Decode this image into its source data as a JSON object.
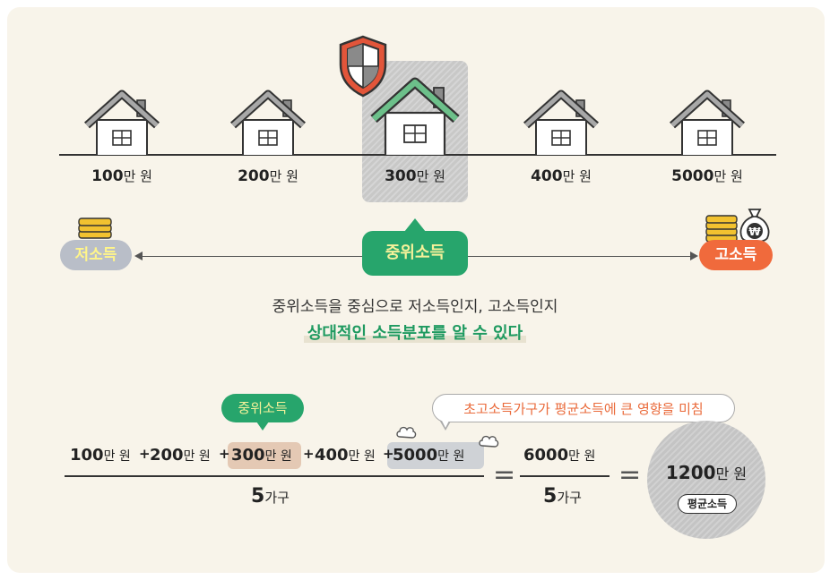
{
  "houses": [
    {
      "amount": "100",
      "unit": "만 원"
    },
    {
      "amount": "200",
      "unit": "만 원"
    },
    {
      "amount": "300",
      "unit": "만 원"
    },
    {
      "amount": "400",
      "unit": "만 원"
    },
    {
      "amount": "5000",
      "unit": "만 원"
    }
  ],
  "highlighted_house": "300",
  "icons": [
    "house-icon",
    "shield-icon",
    "coin-stack-icon",
    "money-bag-icon",
    "won-icon",
    "steam-puff-icon"
  ],
  "scale": {
    "low_label": "저소득",
    "mid_label": "중위소득",
    "high_label": "고소득"
  },
  "description": {
    "line1": "중위소득을 중심으로 저소득인지, 고소득인지",
    "line2": "상대적인 소득분포를 알 수 있다"
  },
  "formula": {
    "median_callout": "중위소득",
    "top_callout": "초고소득가구가 평균소득에 큰 영향을 미침",
    "terms": [
      {
        "amount": "100",
        "unit": "만 원"
      },
      {
        "amount": "200",
        "unit": "만 원"
      },
      {
        "amount": "300",
        "unit": "만 원"
      },
      {
        "amount": "400",
        "unit": "만 원"
      },
      {
        "amount": "5000",
        "unit": "만 원"
      }
    ],
    "plus": "+",
    "denominator": {
      "amount": "5",
      "unit": "가구"
    },
    "equals": "=",
    "sum": {
      "amount": "6000",
      "unit": "만 원"
    },
    "denominator2": {
      "amount": "5",
      "unit": "가구"
    },
    "result": {
      "amount": "1200",
      "unit": "만 원"
    },
    "result_tag": "평균소득"
  },
  "colors": {
    "background": "#f8f4ea",
    "median_green": "#27a56c",
    "high_orange": "#f06a3c",
    "low_gray": "#b9bec8",
    "shield_red": "#e2553a"
  }
}
